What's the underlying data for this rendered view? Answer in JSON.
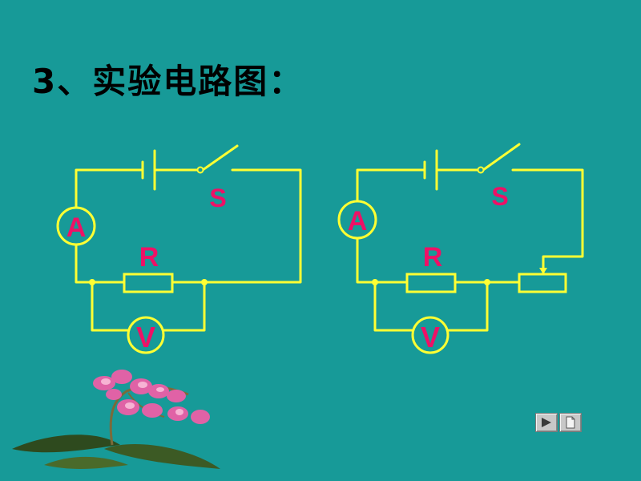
{
  "slide": {
    "title": "3、实验电路图：",
    "wire_color": "#ffff33",
    "label_color": "#ee1166",
    "background": "#179a98"
  },
  "circuit_1": {
    "switch": "S",
    "ammeter": "A",
    "resistor": "R",
    "voltmeter": "V"
  },
  "circuit_2": {
    "switch": "S",
    "ammeter": "A",
    "resistor": "R",
    "voltmeter": "V"
  },
  "nav": {
    "next_icon": "play-icon",
    "page_icon": "page-icon"
  }
}
